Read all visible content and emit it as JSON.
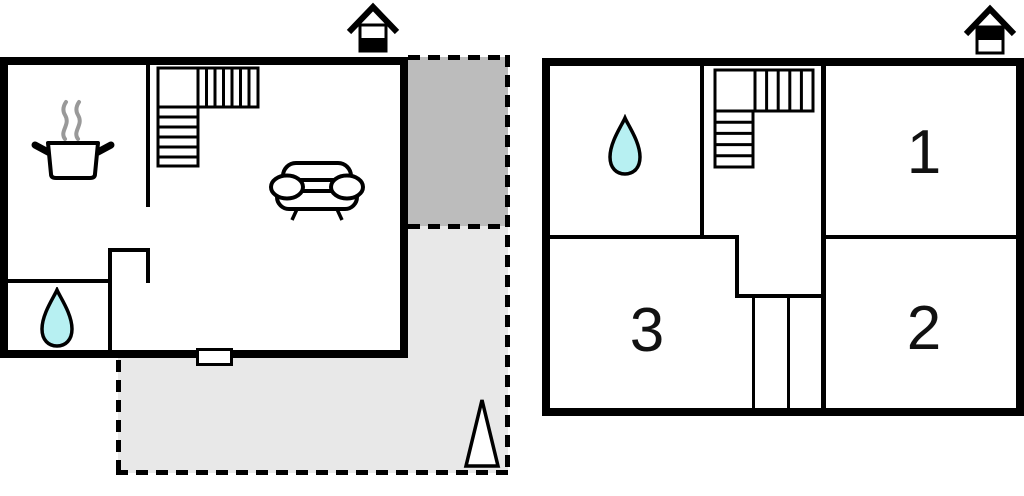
{
  "document": {
    "type": "floor-plan-diagram",
    "floor_count": 2
  },
  "colors": {
    "wall": "#000000",
    "terrace_light": "#e8e8e8",
    "terrace_dark": "#bcbcbc",
    "water": "#b7f0f2",
    "steam": "#999999",
    "background": "#ffffff",
    "label": "#111111"
  },
  "ground_floor": {
    "name": "ground-floor-plan",
    "level_icon": "house-level-icon-lower-half-filled",
    "icons": {
      "kitchen": "cooking-pot-with-steam",
      "living": "sofa",
      "bathroom": "water-drop",
      "stairs": "l-shaped-staircase",
      "entrance": "door-opening",
      "terrace_marker": "north-triangle"
    }
  },
  "upper_floor": {
    "name": "upper-floor-plan",
    "level_icon": "house-level-icon-upper-half-filled",
    "icons": {
      "bathroom": "water-drop",
      "stairs": "l-shaped-staircase"
    },
    "rooms": [
      {
        "number": "1"
      },
      {
        "number": "2"
      },
      {
        "number": "3"
      }
    ]
  }
}
